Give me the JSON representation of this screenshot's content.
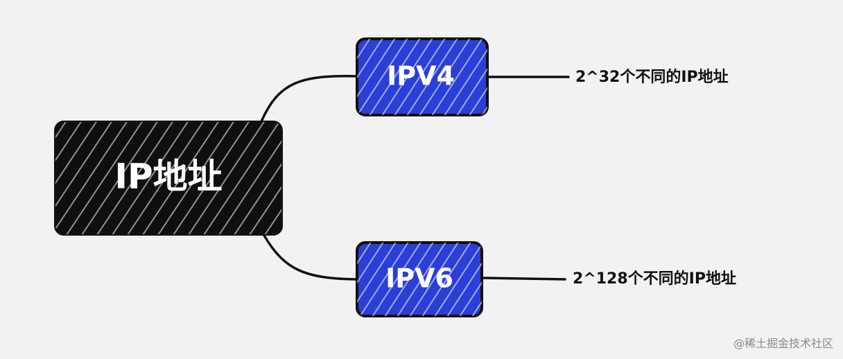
{
  "diagram": {
    "root": {
      "label": "IP地址",
      "fill": "#0f0f0f"
    },
    "branches": [
      {
        "label": "IPV4",
        "fill": "#2b3fd6",
        "leaf": "2^32个不同的IP地址"
      },
      {
        "label": "IPV6",
        "fill": "#2b3fd6",
        "leaf": "2^128个不同的IP地址"
      }
    ],
    "stroke_color": "#111111",
    "hatch_color": "#ffffff"
  },
  "watermark": "@稀土掘金技术社区"
}
